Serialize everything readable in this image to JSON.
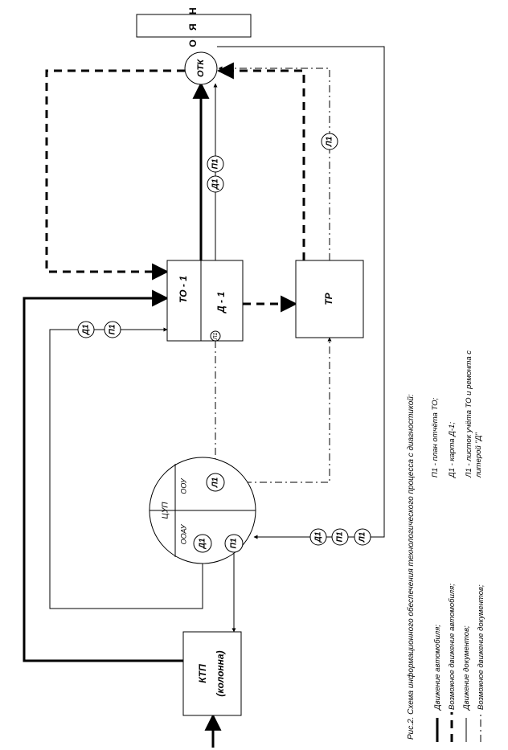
{
  "blocks": {
    "parking": "С Т О Я Н К А",
    "otk": "ОТК",
    "to1": "ТО - 1",
    "d1": "Д - 1",
    "tr": "ТР",
    "ktp_line1": "КТП",
    "ktp_line2": "(колонна)",
    "cup": "ЦУП",
    "ooau": "ООАУ",
    "oou": "ООУ"
  },
  "tokens": {
    "d1": "Д1",
    "p1": "П1",
    "l1": "Л1",
    "l1_small": "Л1"
  },
  "caption": "Рис.2. Схема информационного обеспечения технологического процесса с диагностикой:",
  "legend": {
    "car_movement": "Движение автомобиля;",
    "possible_car_movement": "Возможное движение автомобиля;",
    "document_movement": "Движение документов;",
    "possible_document_movement": "Возможное движение документов;"
  },
  "notes": {
    "p1": "П1 - план отчёта ТО;",
    "d1": "Д1 - карта Д-1;",
    "l1_line1": "Л1 - листок учёта ТО и ремонта с",
    "l1_line2": "литерой \"Д\""
  }
}
